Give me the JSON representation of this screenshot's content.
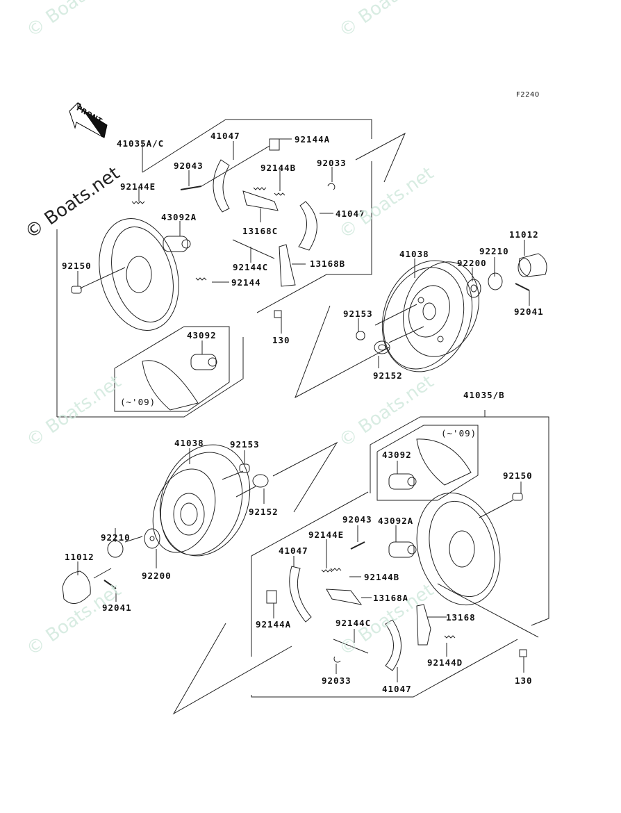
{
  "figure_id": "F2240",
  "front_arrow_label": "FRONT",
  "watermark": "© Boats.net",
  "assemblies": {
    "upper": {
      "label": "41035A/C",
      "inset_note": "(~'09)",
      "parts": [
        "41047",
        "92144A",
        "92043",
        "92144B",
        "92033",
        "92144E",
        "43092A",
        "13168C",
        "41047",
        "92150",
        "92144C",
        "13168B",
        "92144",
        "130",
        "43092"
      ]
    },
    "lower": {
      "label": "41035/B",
      "inset_note": "(~'09)",
      "parts": [
        "43092",
        "92150",
        "92043",
        "43092A",
        "92144E",
        "41047",
        "92144B",
        "13168A",
        "92144A",
        "92144C",
        "13168",
        "92144D",
        "92033",
        "41047",
        "130"
      ]
    }
  },
  "drum_upper": {
    "parts": [
      "41038",
      "11012",
      "92210",
      "92200",
      "92041",
      "92153",
      "92152"
    ]
  },
  "drum_lower": {
    "parts": [
      "41038",
      "92153",
      "92152",
      "92210",
      "92200",
      "11012",
      "92041"
    ]
  },
  "labels": {
    "l1": "41035A/C",
    "l2": "41047",
    "l3": "92144A",
    "l4": "92043",
    "l5": "92144B",
    "l6": "92033",
    "l7": "92144E",
    "l8": "43092A",
    "l9": "13168C",
    "l10": "41047",
    "l11": "92150",
    "l12": "92144C",
    "l13": "13168B",
    "l14": "92144",
    "l15": "130",
    "l16": "43092",
    "l17": "(~'09)",
    "r1": "41038",
    "r2": "11012",
    "r3": "92210",
    "r4": "92200",
    "r5": "92041",
    "r6": "92153",
    "r7": "92152",
    "d1": "41038",
    "d2": "92153",
    "d3": "92152",
    "d4": "92210",
    "d5": "11012",
    "d6": "92200",
    "d7": "92041",
    "b0": "41035/B",
    "b1": "(~'09)",
    "b2": "43092",
    "b3": "92150",
    "b4": "92043",
    "b5": "43092A",
    "b6": "92144E",
    "b7": "41047",
    "b8": "92144B",
    "b9": "13168A",
    "b10": "92144A",
    "b11": "92144C",
    "b12": "13168",
    "b13": "92144D",
    "b14": "92033",
    "b15": "41047",
    "b16": "130"
  }
}
